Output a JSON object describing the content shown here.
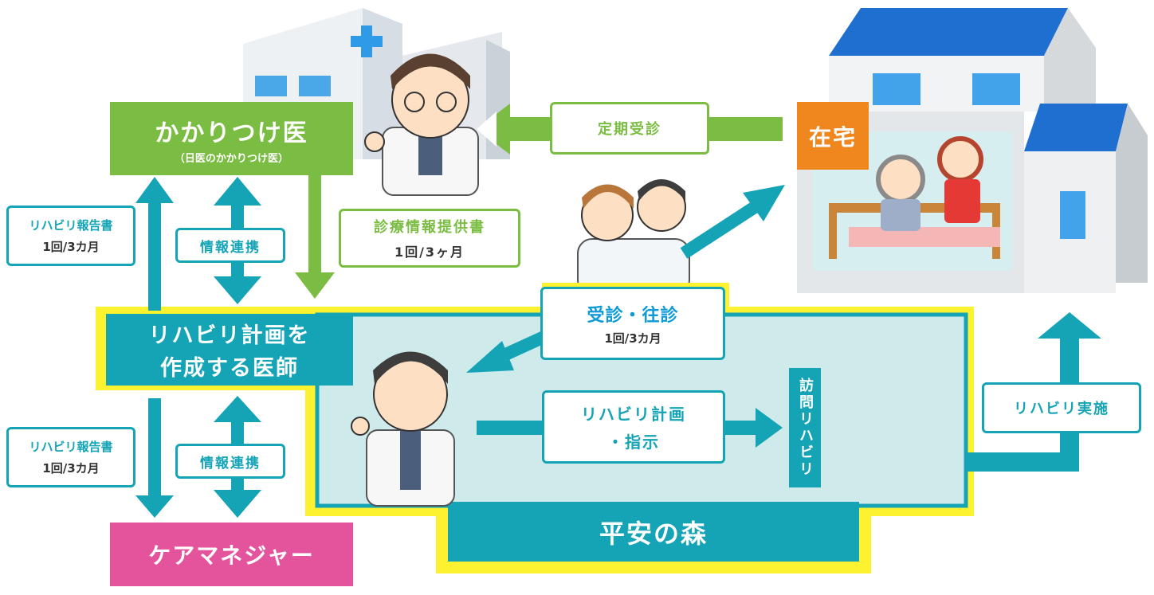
{
  "colors": {
    "green": "#7bbd43",
    "teal": "#14a4b6",
    "pink": "#e4549d",
    "orange": "#f0861e",
    "yellow": "#fdf22f",
    "light_teal": "#cfeaea",
    "blue_text": "#0e9ad6"
  },
  "nodes": {
    "family_doctor": {
      "title": "かかりつけ医",
      "subtitle": "（日医のかかりつけ医）"
    },
    "home": {
      "label": "在宅"
    },
    "planning_doctor": {
      "line1": "リハビリ計画を",
      "line2": "作成する医師"
    },
    "care_manager": {
      "label": "ケアマネジャー"
    },
    "facility": {
      "label": "平安の森"
    },
    "visit_rehab": {
      "label": "訪問リハビリ"
    }
  },
  "labels": {
    "regular_visit": "定期受診",
    "medical_info": {
      "title": "診療情報提供書",
      "freq": "1回/3ヶ月"
    },
    "rehab_report_top": {
      "title": "リハビリ報告書",
      "freq": "1回/3カ月"
    },
    "info_link_top": "情報連携",
    "rehab_report_bottom": {
      "title": "リハビリ報告書",
      "freq": "1回/3カ月"
    },
    "info_link_bottom": "情報連携",
    "consultation": {
      "title": "受診・往診",
      "freq": "1回/3カ月"
    },
    "rehab_plan": {
      "line1": "リハビリ計画",
      "line2": "・指示"
    },
    "rehab_execution": "リハビリ実施"
  },
  "icons": [
    "hospital-icon",
    "house-icon",
    "doctor-icon",
    "patient-caregiver-icon",
    "staff-van-icon",
    "nurse-icon",
    "rehab-van-icon"
  ]
}
